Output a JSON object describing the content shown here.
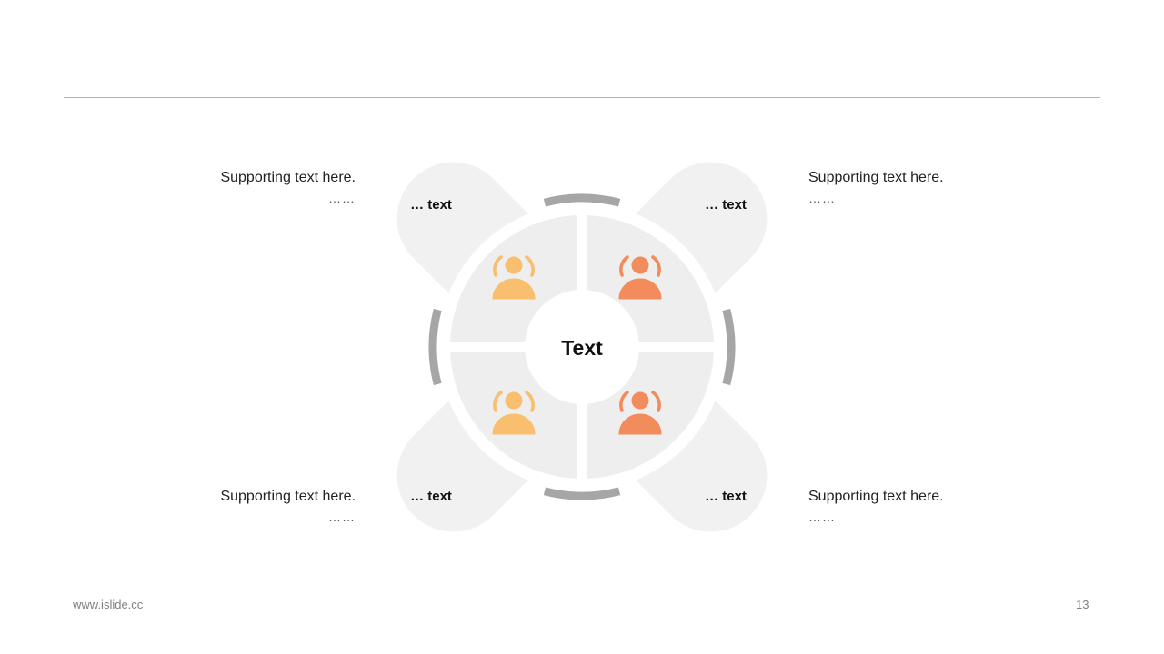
{
  "center": {
    "label": "Text"
  },
  "petals": [
    {
      "id": "top-left",
      "label": "… text",
      "support_main": "Supporting text here.",
      "support_dots": "……",
      "icon": "user-group-icon",
      "icon_color": "#F9BE6E"
    },
    {
      "id": "top-right",
      "label": "… text",
      "support_main": "Supporting text here.",
      "support_dots": "……",
      "icon": "user-group-icon",
      "icon_color": "#F28C5C"
    },
    {
      "id": "bottom-left",
      "label": "… text",
      "support_main": "Supporting text here.",
      "support_dots": "……",
      "icon": "user-group-icon",
      "icon_color": "#F9BE6E"
    },
    {
      "id": "bottom-right",
      "label": "… text",
      "support_main": "Supporting text here.",
      "support_dots": "……",
      "icon": "user-group-icon",
      "icon_color": "#F28C5C"
    }
  ],
  "colors": {
    "petal_fill": "#f1f1f1",
    "ring_fill": "#eeeeee",
    "arc_stroke": "#a6a6a6",
    "center_fill": "#ffffff"
  },
  "footer": {
    "url": "www.islide.cc",
    "page": "13"
  }
}
